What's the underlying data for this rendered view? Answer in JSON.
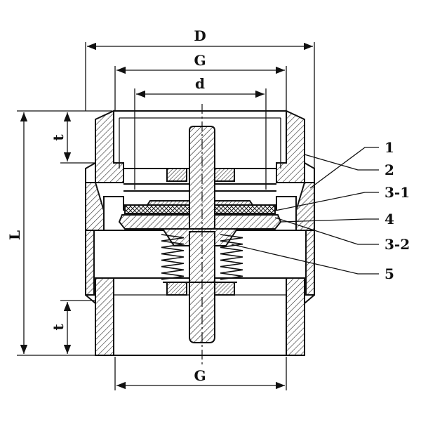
{
  "dimensions": {
    "outer_diameter": "D",
    "thread_diameter_top": "G",
    "bore": "d",
    "length": "L",
    "thread_depth_top": "t",
    "thread_depth_bottom": "t",
    "thread_diameter_bottom": "G"
  },
  "part_labels": [
    "1",
    "2",
    "3-1",
    "4",
    "3-2",
    "5"
  ]
}
